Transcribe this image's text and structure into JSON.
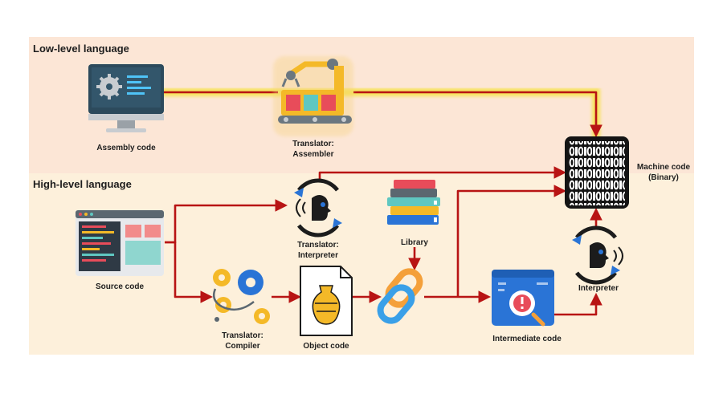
{
  "sections": {
    "low": "Low-level language",
    "high": "High-level language"
  },
  "nodes": {
    "assembly_code": "Assembly code",
    "assembler_line1": "Translator:",
    "assembler_line2": "Assembler",
    "machine_code_line1": "Machine code",
    "machine_code_line2": "(Binary)",
    "source_code": "Source code",
    "interpreter_translator_line1": "Translator:",
    "interpreter_translator_line2": "Interpreter",
    "library": "Library",
    "compiler_line1": "Translator:",
    "compiler_line2": "Compiler",
    "object_code": "Object code",
    "intermediate_code": "Intermediate code",
    "interpreter": "Interpreter"
  },
  "colors": {
    "arrow": "#b81414",
    "glow": "#f6e24a",
    "low_band": "#fce6d6",
    "high_band": "#fdf0db",
    "accent_blue": "#2a74d6",
    "accent_yellow": "#f4b928"
  },
  "icons": {
    "assembly_code": "monitor-gear-icon",
    "assembler": "robot-arm-assembly-icon",
    "machine_code": "binary-grid-icon",
    "source_code": "code-window-icon",
    "interpreter_translator": "speaking-head-cycle-icon",
    "library": "book-stack-icon",
    "compiler": "gears-icon",
    "object_code": "document-vase-icon",
    "link": "chain-link-icon",
    "intermediate_code": "alert-window-icon",
    "interpreter": "speaking-head-cycle-icon"
  }
}
